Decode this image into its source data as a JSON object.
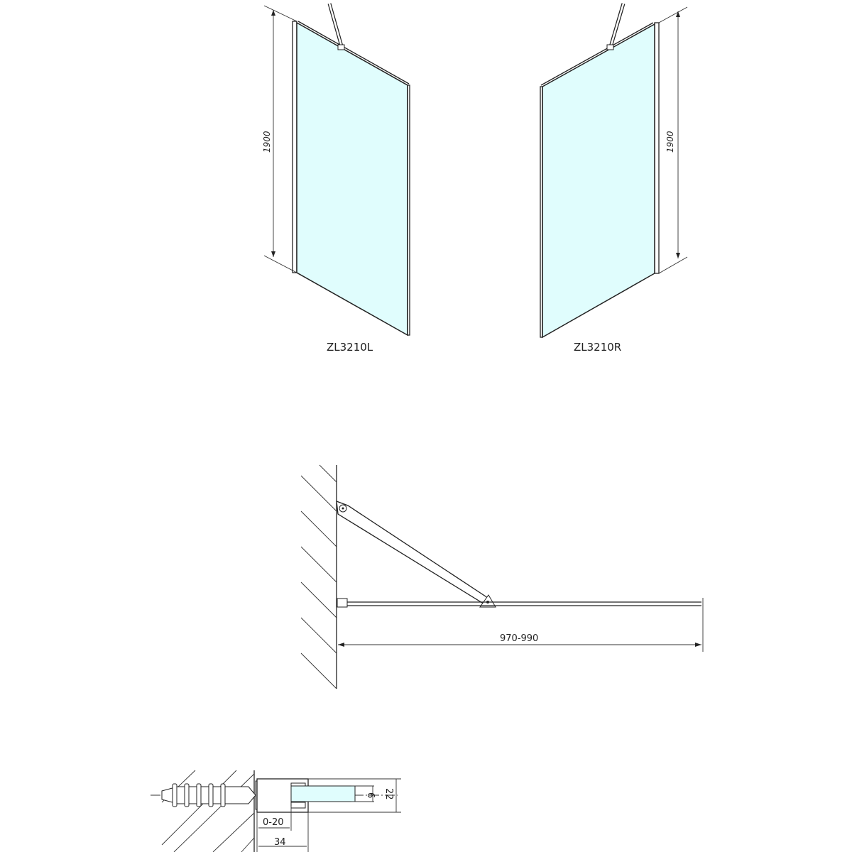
{
  "views": {
    "left_panel": {
      "label": "ZL3210L",
      "height_dim": "1900"
    },
    "right_panel": {
      "label": "ZL3210R",
      "height_dim": "1900"
    },
    "top_view": {
      "width_dim": "970-990"
    },
    "detail": {
      "dims": {
        "adjust": "0-20",
        "profile_depth": "34",
        "glass": "6",
        "profile_width": "22"
      }
    }
  },
  "colors": {
    "glass": "#e0fdfd",
    "line": "#222222"
  }
}
